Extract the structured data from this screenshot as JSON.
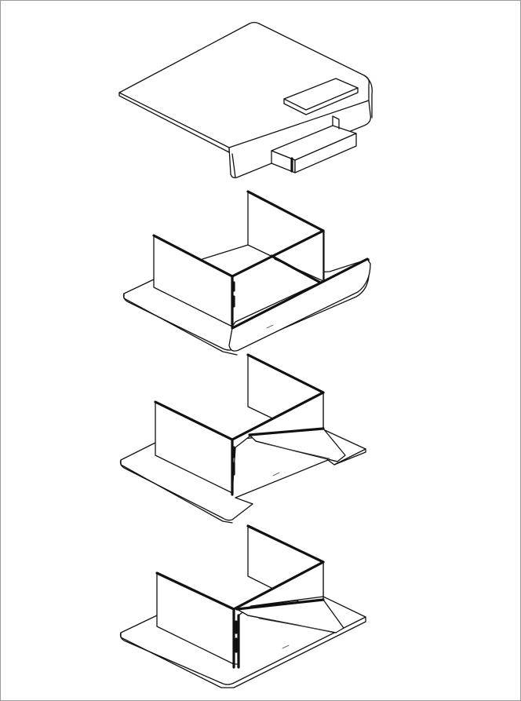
{
  "figure": {
    "kind": "exploded isometric line drawing",
    "colors": {
      "stroke": "#111111",
      "background": "#ffffff",
      "frame": "#9a9a9a"
    },
    "parts": [
      {
        "id": "lid",
        "name": "cover-lid"
      },
      {
        "id": "tray-1",
        "name": "tray-with-front-lip"
      },
      {
        "id": "tray-2",
        "name": "tray-with-ramp"
      },
      {
        "id": "tray-3",
        "name": "base-tray-with-ramp"
      }
    ]
  }
}
